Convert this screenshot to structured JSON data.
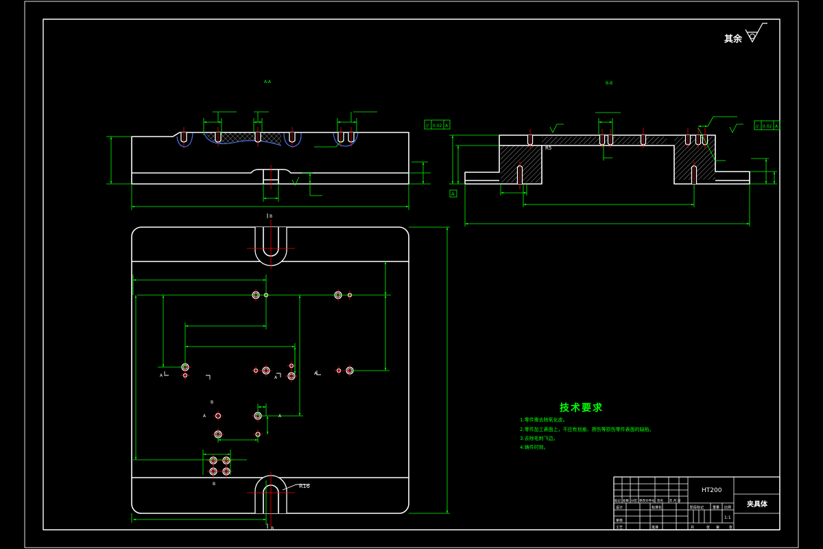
{
  "drawing": {
    "roughness_note": "其余",
    "section_labels": {
      "aa": "A-A",
      "bb": "B-B"
    },
    "radius_labels": {
      "r16": "R16",
      "r5": "R5"
    },
    "tolerance_frames": [
      {
        "symbol": "//",
        "value": "0.02",
        "datum": "A"
      },
      {
        "symbol": "//",
        "value": "0.02",
        "datum": "A"
      }
    ],
    "datum_label": "A",
    "section_markers": [
      "A",
      "A",
      "A",
      "A",
      "A",
      "B",
      "B",
      "B",
      "B"
    ]
  },
  "tech_requirements": {
    "title": "技术要求",
    "items": [
      "1.零件需去除氧化皮。",
      "2.零件加工表面上，不应有划痕、擦伤等损伤零件表面的缺陷。",
      "3.去除毛刺飞边。",
      "4.铸件时效。"
    ]
  },
  "title_block": {
    "material": "HT200",
    "part_name": "夹具体",
    "header_row": [
      "标记",
      "处数",
      "分区",
      "更改文件号",
      "签名",
      "年.月.日"
    ],
    "roles": {
      "design": "设计",
      "standardize": "标准化",
      "review": "审核",
      "process": "工艺",
      "approve": "批准"
    },
    "stage_row": [
      "阶段标记",
      "重量",
      "比例"
    ],
    "scale": "1:1",
    "sheet_row": [
      "共",
      "张",
      "第",
      "张"
    ]
  },
  "colors": {
    "background": "#000000",
    "outline": "#ffffff",
    "dimension": "#00ff00",
    "centerline": "#ff0000",
    "break_line": "#4d7dff"
  }
}
